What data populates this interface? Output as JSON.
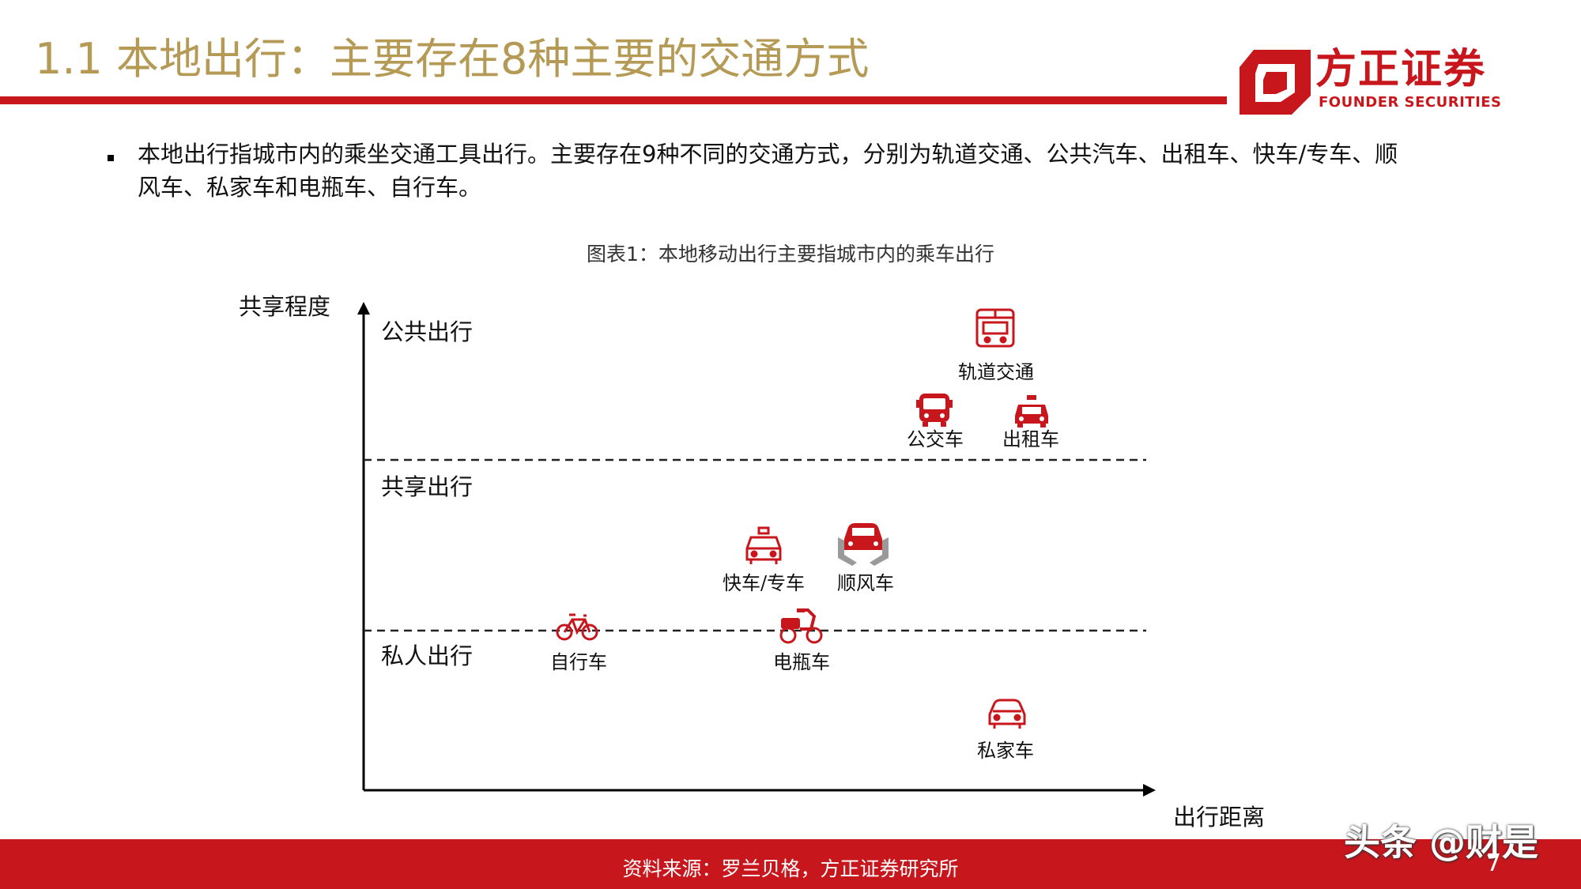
{
  "header": {
    "title": "1.1 本地出行：主要存在8种主要的交通方式",
    "logo_cn": "方正证券",
    "logo_en": "FOUNDER SECURITIES"
  },
  "bullet": {
    "text": "本地出行指城市内的乘坐交通工具出行。主要存在9种不同的交通方式，分别为轨道交通、公共汽车、出租车、快车/专车、顺风车、私家车和电瓶车、自行车。"
  },
  "figure": {
    "caption": "图表1：本地移动出行主要指城市内的乘车出行",
    "y_axis_label": "共享程度",
    "x_axis_label": "出行距离",
    "rows": {
      "public": "公共出行",
      "shared": "共享出行",
      "private": "私人出行"
    },
    "items": {
      "rail": "轨道交通",
      "bus": "公交车",
      "taxi": "出租车",
      "express": "快车/专车",
      "carpool": "顺风车",
      "bicycle": "自行车",
      "ebike": "电瓶车",
      "private_car": "私家车"
    },
    "icons": {
      "rail": "train-icon",
      "bus": "bus-icon",
      "taxi": "taxi-icon",
      "express": "ride-hailing-car-icon",
      "carpool": "hands-car-icon",
      "bicycle": "bicycle-icon",
      "ebike": "scooter-icon",
      "private_car": "car-icon"
    },
    "colors": {
      "accent": "#c8161d",
      "gray": "#9a9a9a"
    }
  },
  "footer": {
    "source": "资料来源：罗兰贝格，方正证券研究所",
    "page_number": "7",
    "watermark": "头条 @财是"
  }
}
